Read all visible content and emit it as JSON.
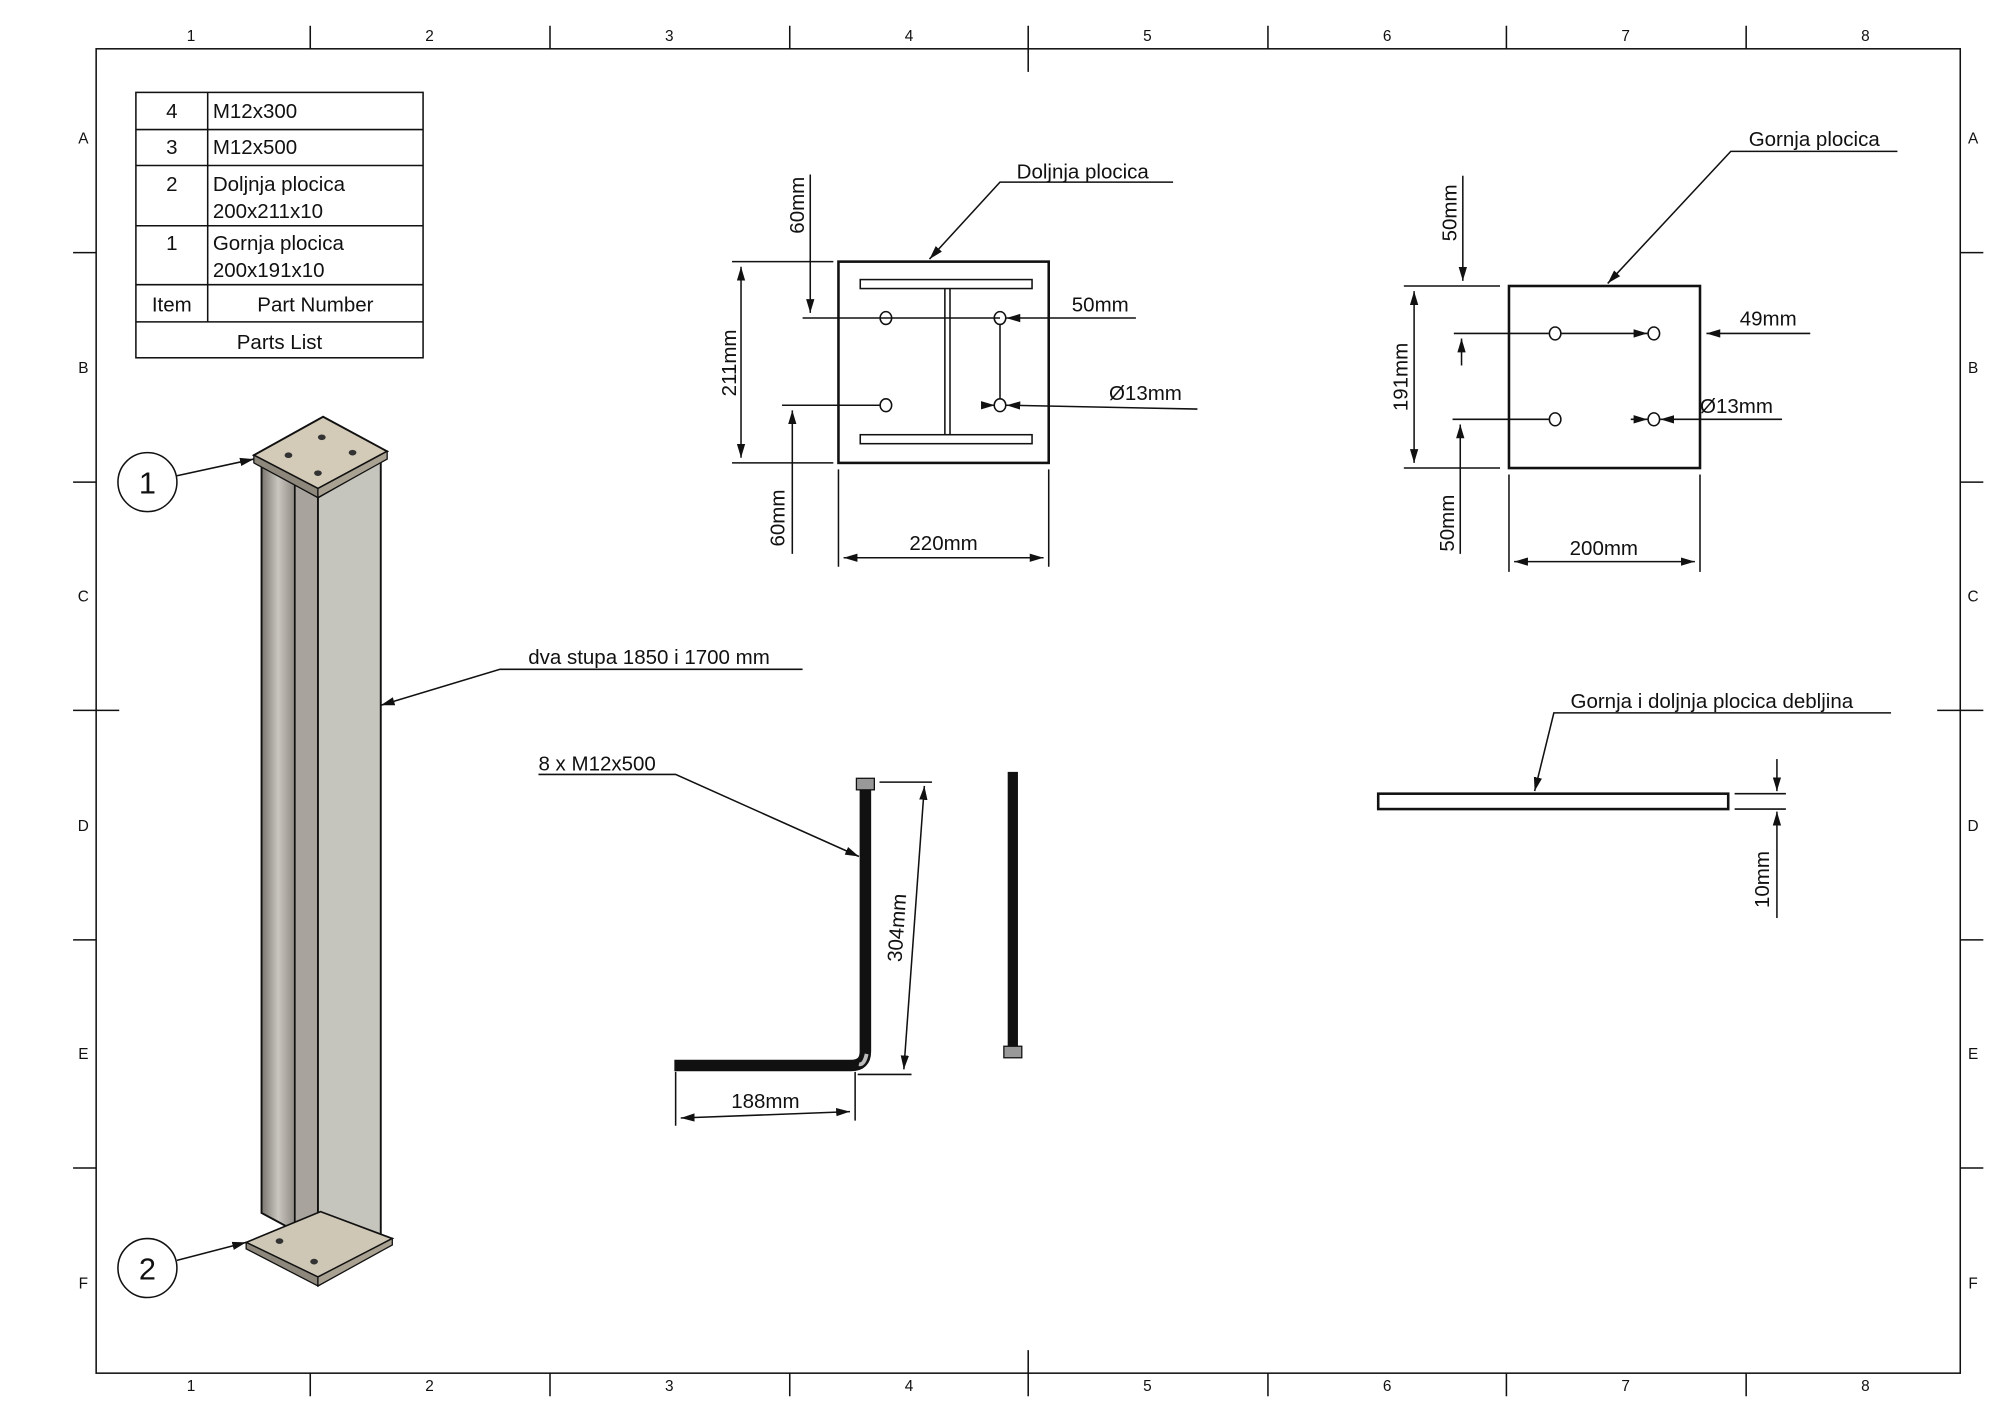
{
  "sheet": {
    "columns": [
      "1",
      "2",
      "3",
      "4",
      "5",
      "6",
      "7",
      "8"
    ],
    "rows": [
      "A",
      "B",
      "C",
      "D",
      "E",
      "F"
    ]
  },
  "parts_list": {
    "title": "Parts List",
    "header": {
      "item": "Item",
      "part_number": "Part Number"
    },
    "rows": [
      {
        "item": "4",
        "part_line1": "M12x300",
        "part_line2": ""
      },
      {
        "item": "3",
        "part_line1": "M12x500",
        "part_line2": ""
      },
      {
        "item": "2",
        "part_line1": "Doljnja plocica",
        "part_line2": "200x211x10"
      },
      {
        "item": "1",
        "part_line1": "Gornja plocica",
        "part_line2": "200x191x10"
      }
    ]
  },
  "iso_view": {
    "balloon_top": "1",
    "balloon_bottom": "2",
    "column_note": "dva stupa 1850 i 1700 mm"
  },
  "bottom_plate_view": {
    "label": "Doljnja  plocica",
    "dim_top": "60mm",
    "dim_height": "211mm",
    "dim_bottom": "60mm",
    "dim_width": "220mm",
    "dim_hole_offset": "50mm",
    "dim_hole_diameter": "Ø13mm"
  },
  "top_plate_view": {
    "label": "Gornja plocica",
    "dim_top": "50mm",
    "dim_height": "191mm",
    "dim_bottom": "50mm",
    "dim_width": "200mm",
    "dim_hole_offset": "49mm",
    "dim_hole_diameter": "Ø13mm"
  },
  "bolt_view": {
    "label": "8 x M12x500",
    "dim_vertical": "304mm",
    "dim_horizontal": "188mm"
  },
  "thickness_view": {
    "label": "Gornja i doljnja plocica debljina",
    "dim_thickness": "10mm"
  }
}
